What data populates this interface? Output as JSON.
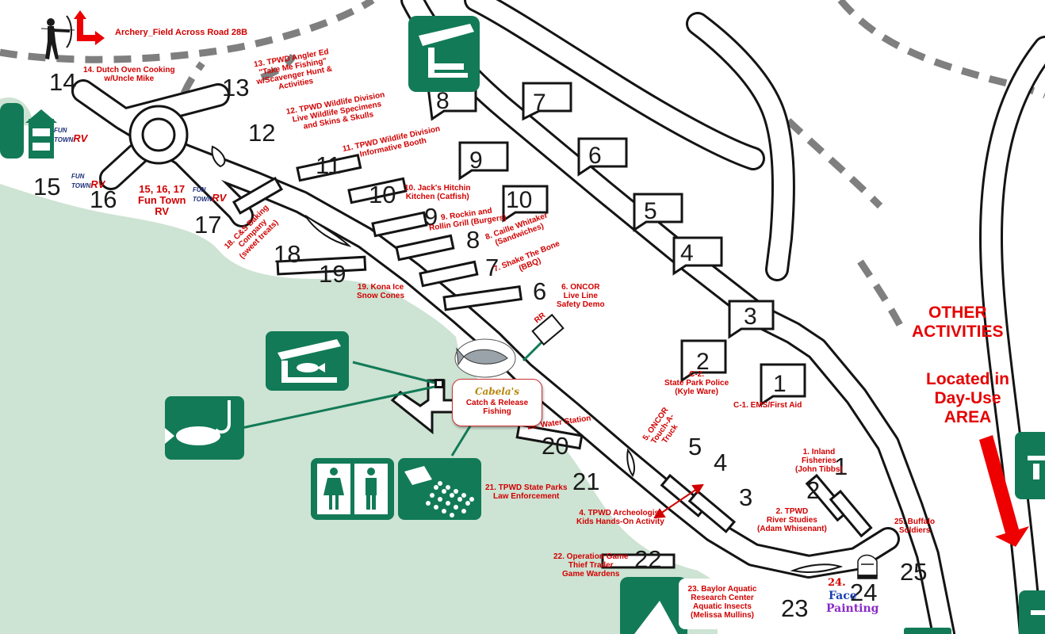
{
  "map": {
    "colors": {
      "road": "#141414",
      "green": "#cde3d3",
      "icon": "#127a57",
      "label": "#d10000",
      "trail": "#7f7f7f"
    },
    "labels": {
      "archery": "Archery_Field Across Road 28B",
      "dutch_oven": "14. Dutch Oven Cooking\nw/Uncle Mike",
      "angler_ed": "13. TPWD Angler Ed\n\"Take Me Fishing\"\nw/Scavenger Hunt &\nActivities",
      "wildlife_specimens": "12. TPWD Wildlife Division\nLive Wildlife Specimens\nand Skins & Skulls",
      "wildlife_booth": "11. TPWD Wildlife Division\nInformative Booth",
      "jacks": "10. Jack's Hitchin\nKitchen (Catfish)",
      "rockin": "9. Rockin and\nRollin Grill (Burgers)",
      "caille": "8. Caille Whitaker\n(Sandwiches)",
      "shake": "7. Shake The Bone\n(BBQ)",
      "oncor_live": "6. ONCOR\nLive Line\nSafety Demo",
      "cs_baking": "18. C&S Baking\nCompany\n(sweet treats)",
      "kona": "19. Kona Ice\nSnow Cones",
      "fun_town": "15, 16, 17\nFun Town\nRV",
      "state_police": "C-2.\nState Park Police\n(Kyle Ware)",
      "ems": "C-1. EMS/First Aid",
      "oncor_truck": "5. ONCOR\nTouch-A-\nTruck",
      "water": "20. Water Station",
      "law": "21. TPWD State Parks\nLaw Enforcement",
      "archeologist": "4. TPWD Archeologist\nKids Hands-On Activity",
      "inland": "1. Inland\nFisheries\n(John Tibbs)",
      "river": "2. TPWD\nRiver Studies\n(Adam Whisenant)",
      "buffalo": "25. Buffalo\nSoldiers",
      "game_thief": "22. Operation Game\nThief Trailer\nGame Wardens",
      "baylor": "23. Baylor Aquatic\nResearch Center\nAquatic Insects\n(Melissa Mullins)",
      "face_num": "24.",
      "face_word1": "Face",
      "face_word2": "Painting",
      "other": "OTHER\nACTIVITIES",
      "located": "Located in\nDay-Use\nAREA",
      "cabelas": "Cabela's",
      "catch_release": "Catch & Release\nFishing",
      "rr": "RR"
    },
    "fun_town_logo": {
      "top": "FUN",
      "bottom": "TOWN",
      "mark": "RV"
    },
    "site_numbers": {
      "n14": "14",
      "n13": "13",
      "n12": "12",
      "n11": "11",
      "n10": "10",
      "n9": "9",
      "n8": "8",
      "n7": "7",
      "n6": "6",
      "n15": "15",
      "n16": "16",
      "n17": "17",
      "n18": "18",
      "n19": "19",
      "n20": "20",
      "n21": "21",
      "n22": "22",
      "n23": "23",
      "n24": "24",
      "n25": "25",
      "n5": "5",
      "n4": "4",
      "n3": "3",
      "n2": "2",
      "n1": "1"
    },
    "campsite_numbers": {
      "c8": "8",
      "c7": "7",
      "c9": "9",
      "c6": "6",
      "c10": "10",
      "c5": "5",
      "c4": "4",
      "c3": "3",
      "c2": "2",
      "c1": "1"
    },
    "icons": [
      "archer-icon",
      "l-arrow-icon",
      "rv-hookup-icon",
      "pavilion-icon",
      "fishing-pier-icon",
      "fishing-hook-icon",
      "restroom-icon",
      "shower-icon",
      "boat-ramp-icon",
      "fish-logo-icon",
      "red-down-arrow-icon",
      "tent-icon"
    ]
  }
}
